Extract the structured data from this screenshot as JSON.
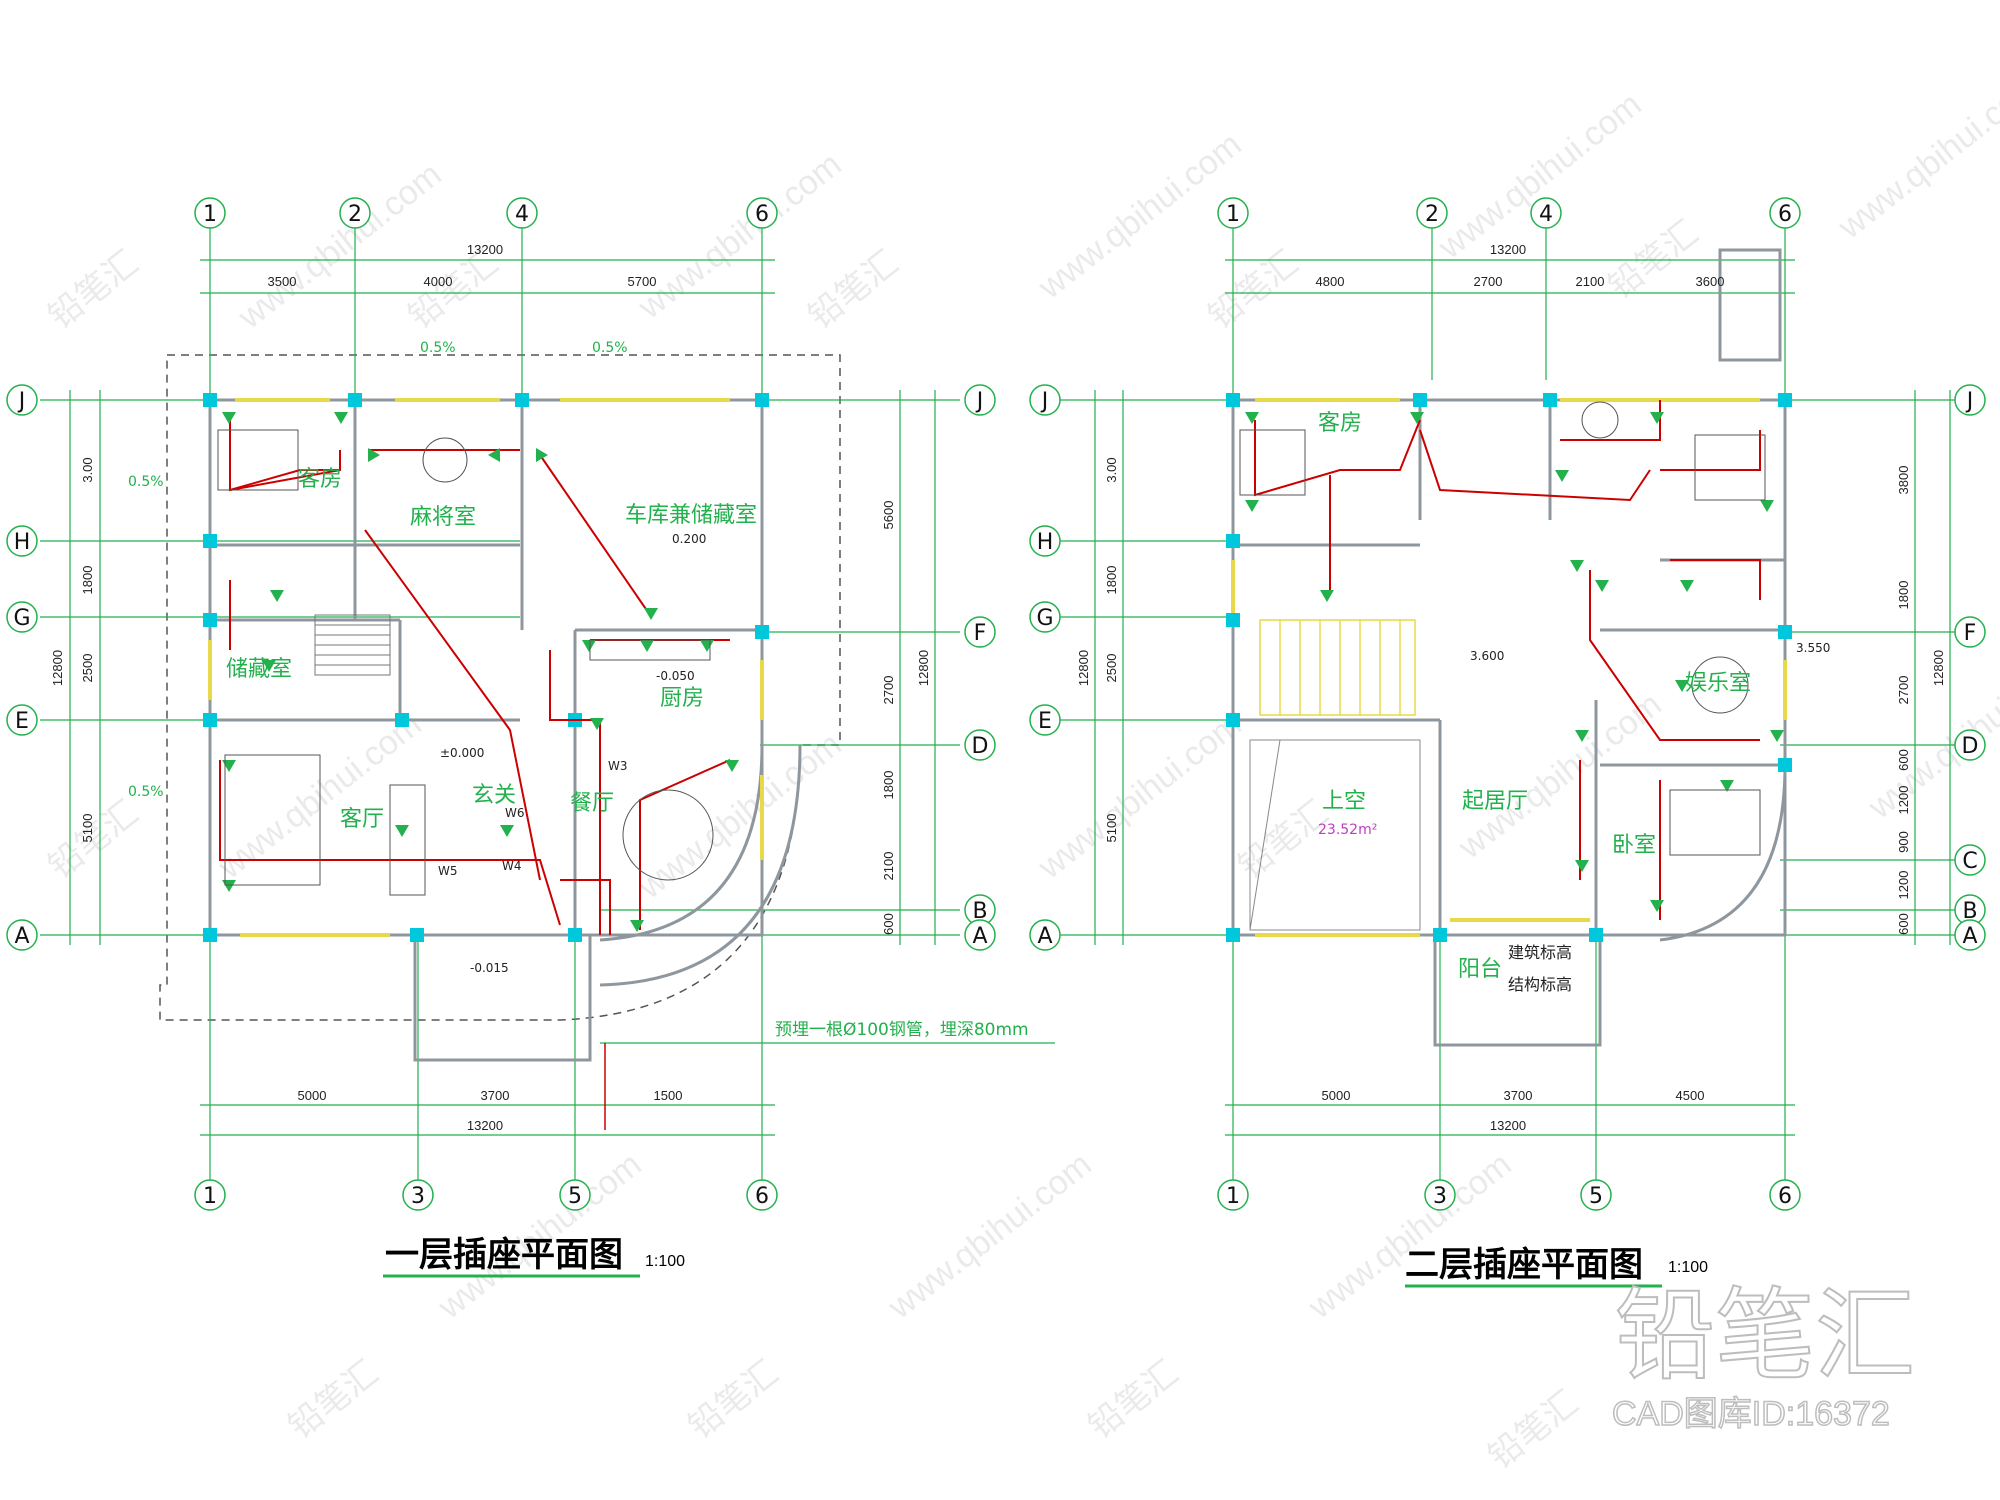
{
  "watermark": {
    "url": "www.qbihui.com",
    "brand": "铅笔汇",
    "cad_id": "CAD图库ID:16372"
  },
  "plans": [
    {
      "id": "floor1",
      "title": "一层插座平面图",
      "scale": "1:100",
      "top_axes": [
        "1",
        "2",
        "4",
        "6"
      ],
      "bottom_axes": [
        "1",
        "3",
        "5",
        "6"
      ],
      "left_axes": [
        "J",
        "H",
        "G",
        "E",
        "A"
      ],
      "right_axes": [
        "J",
        "F",
        "D",
        "B",
        "A"
      ],
      "top_total": "13200",
      "top_dims": [
        "3500",
        "4000",
        "5700"
      ],
      "bottom_dims": [
        "5000",
        "3700",
        "1500"
      ],
      "bottom_total": "13200",
      "left_dims": [
        "3.00",
        "1800",
        "2500",
        "5100"
      ],
      "left_total": "12800",
      "right_dims": [
        "5600",
        "2700",
        "1800",
        "2100",
        "600"
      ],
      "right_total": "12800",
      "rooms": [
        "客房",
        "麻将室",
        "车库兼储藏室",
        "储藏室",
        "厨房",
        "客厅",
        "玄关",
        "餐厅"
      ],
      "slopes": [
        "0.5%",
        "0.5%",
        "0.5%",
        "0.5%"
      ],
      "levels": [
        "0.200",
        "-0.050",
        "±0.000",
        "-0.015"
      ],
      "small_labels": [
        "W3",
        "W4",
        "W5",
        "W6"
      ],
      "note": "预埋一根Ø100钢管，埋深80mm"
    },
    {
      "id": "floor2",
      "title": "二层插座平面图",
      "scale": "1:100",
      "top_axes": [
        "1",
        "2",
        "4",
        "6"
      ],
      "bottom_axes": [
        "1",
        "3",
        "5",
        "6"
      ],
      "left_axes": [
        "J",
        "H",
        "G",
        "E",
        "A"
      ],
      "right_axes": [
        "J",
        "F",
        "D",
        "C",
        "B",
        "A"
      ],
      "top_total": "13200",
      "top_dims": [
        "4800",
        "2700",
        "2100",
        "3600"
      ],
      "bottom_dims": [
        "5000",
        "3700",
        "4500"
      ],
      "bottom_total": "13200",
      "left_dims": [
        "3.00",
        "1800",
        "2500",
        "5100"
      ],
      "left_total": "12800",
      "right_dims": [
        "3800",
        "1800",
        "2700",
        "600",
        "1200",
        "900",
        "1200",
        "600"
      ],
      "right_total": "12800",
      "rooms": [
        "客房",
        "娱乐室",
        "上空",
        "起居厅",
        "卧室",
        "阳台"
      ],
      "levels": [
        "3.600",
        "3.550"
      ],
      "area": "23.52m²",
      "legend": [
        "建筑标高",
        "结构标高"
      ]
    }
  ],
  "colors": {
    "grid": "#22b14c",
    "wall": "#9aa0a6",
    "column": "#00c8dc",
    "circuit": "#cc0000",
    "window": "#e8d84a"
  }
}
